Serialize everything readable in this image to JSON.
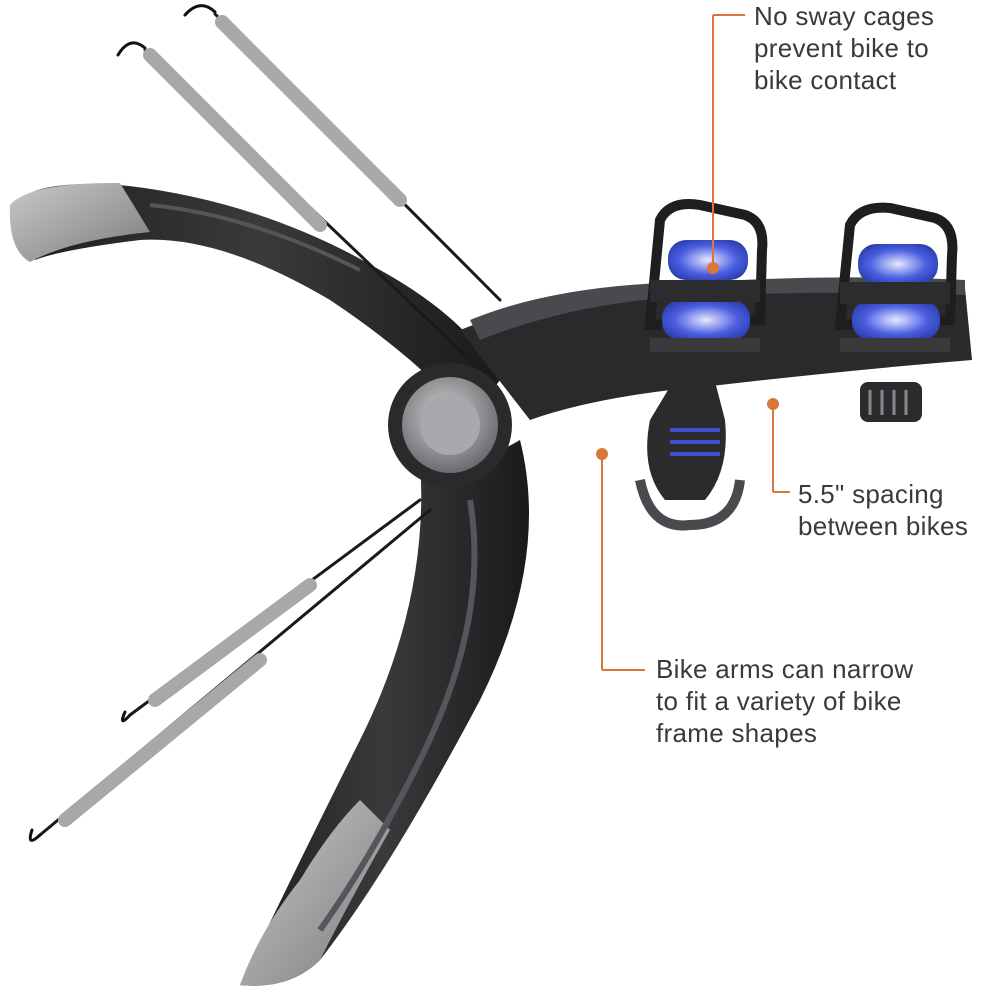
{
  "callouts": [
    {
      "lines": [
        "No sway cages",
        "prevent bike to",
        "bike contact"
      ]
    },
    {
      "lines": [
        "5.5\" spacing",
        "between bikes"
      ]
    },
    {
      "lines": [
        "Bike arms can narrow",
        "to fit a variety of bike",
        "frame shapes"
      ]
    }
  ],
  "colors": {
    "leader": "#d9773b",
    "rack_dark": "#2b2b2e",
    "rack_mid": "#4a4a4e",
    "pad_grey": "#9a9a9c",
    "cradle_blue": "#3b4fd0",
    "text": "#3a3a3a"
  },
  "icons": [
    "bike-rack-product-image"
  ]
}
